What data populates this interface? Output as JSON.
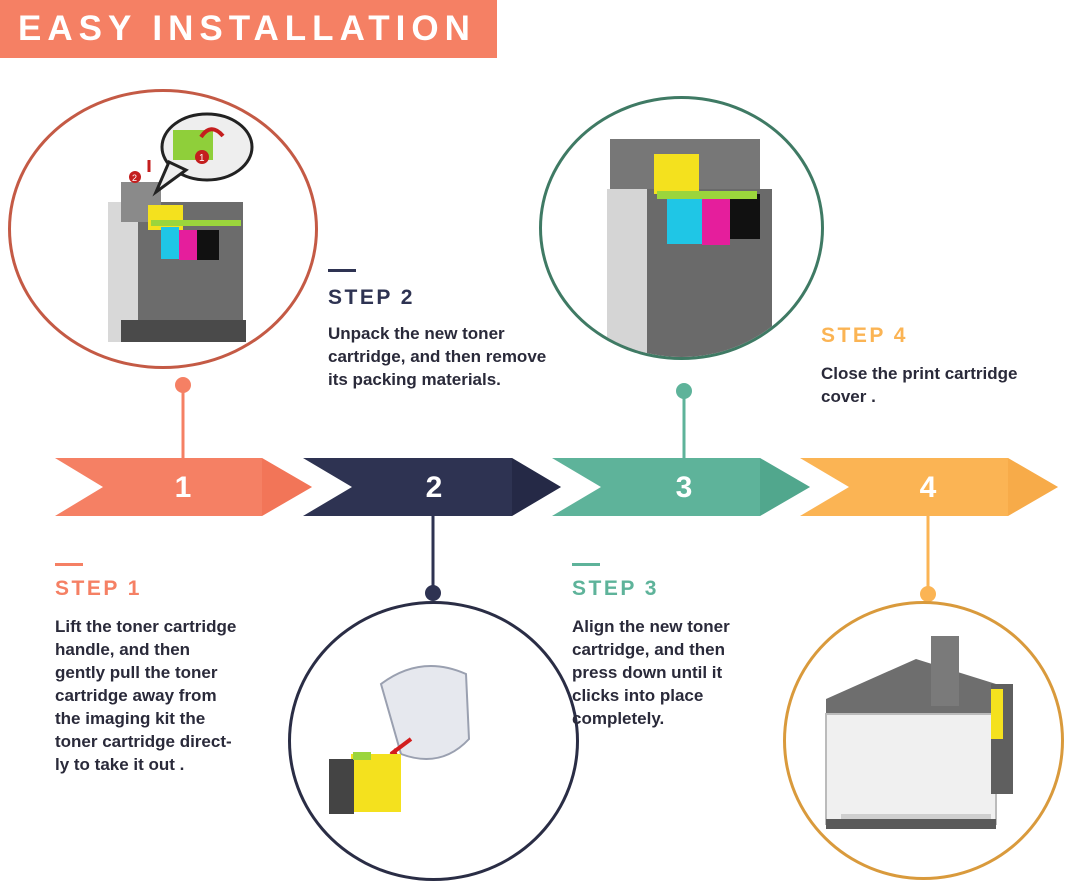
{
  "header": {
    "title": "EASY INSTALLATION"
  },
  "colors": {
    "step1": "#f58064",
    "step2": "#2e3352",
    "step3": "#5eb39a",
    "step4": "#fbb454",
    "circle1_border": "#c45a45",
    "circle2_border": "#2a2d45",
    "circle3_border": "#3f7a64",
    "circle4_border": "#d99a3c",
    "text": "#2a2a3a"
  },
  "steps": [
    {
      "number": "1",
      "heading": "STEP 1",
      "lines": [
        "Lift the toner cartridge",
        "handle, and then",
        "gently pull the toner",
        "cartridge away from",
        "the imaging kit the",
        "toner cartridge direct-",
        "ly to take it out ."
      ]
    },
    {
      "number": "2",
      "heading": "STEP 2",
      "lines": [
        "Unpack the new toner",
        "cartridge, and then remove",
        "its packing materials."
      ]
    },
    {
      "number": "3",
      "heading": "STEP 3",
      "lines": [
        "Align the new toner",
        "cartridge, and then",
        "press down until it",
        "clicks into place",
        "completely."
      ]
    },
    {
      "number": "4",
      "heading": "STEP 4",
      "lines": [
        "Close the print cartridge",
        "cover ."
      ]
    }
  ],
  "icons": {
    "callout_badge_1": "1",
    "callout_badge_2": "2"
  }
}
